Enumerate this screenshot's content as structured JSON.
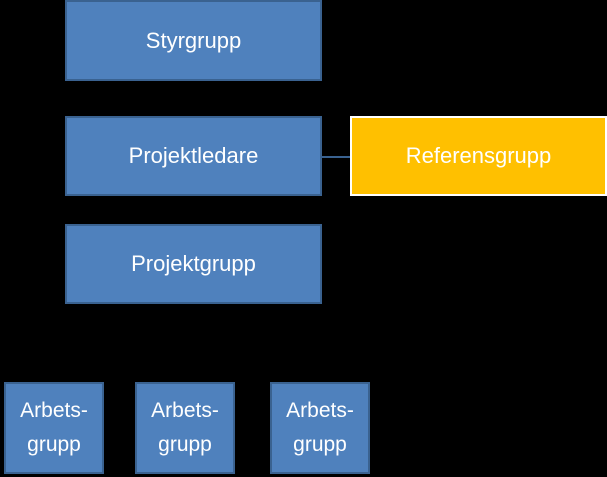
{
  "diagram": {
    "styrgrupp": "Styrgrupp",
    "projektledare": "Projektledare",
    "referensgrupp": "Referensgrupp",
    "projektgrupp": "Projektgrupp",
    "arbetsgrupper": [
      {
        "line1": "Arbets-",
        "line2": "grupp"
      },
      {
        "line1": "Arbets-",
        "line2": "grupp"
      },
      {
        "line1": "Arbets-",
        "line2": "grupp"
      }
    ],
    "colors": {
      "background": "#000000",
      "box_blue": "#4f81bd",
      "box_border": "#3a6290",
      "highlight": "#ffc000",
      "text": "#ffffff"
    }
  }
}
